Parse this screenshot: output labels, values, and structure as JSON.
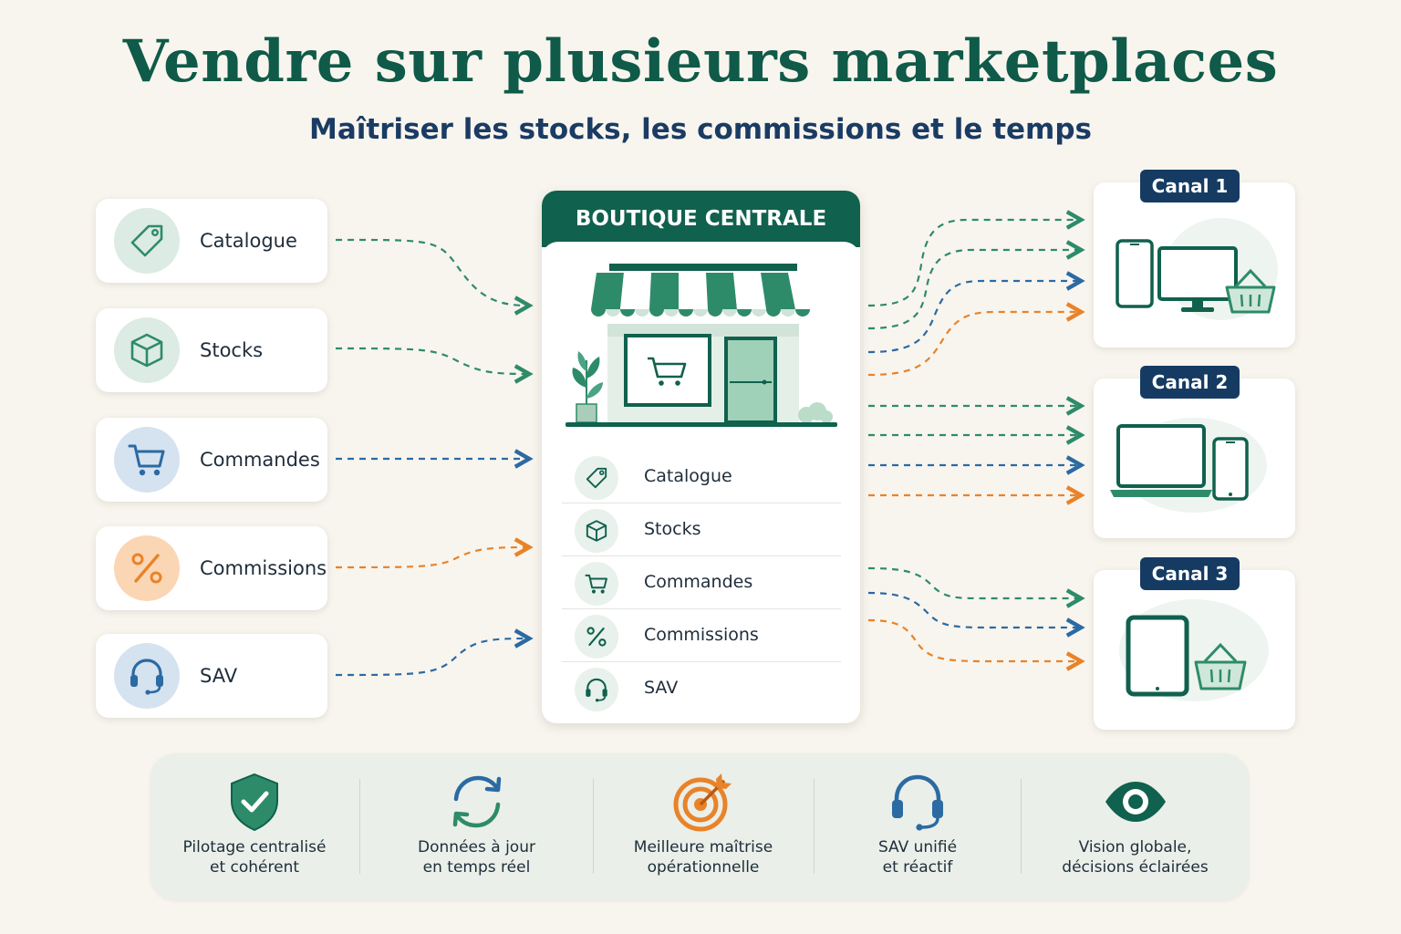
{
  "title": "Vendre sur plusieurs marketplaces",
  "subtitle": "Maîtriser les stocks, les commissions et le temps",
  "sources": [
    {
      "label": "Catalogue",
      "icon": "tag-icon",
      "color": "#2e8b6a"
    },
    {
      "label": "Stocks",
      "icon": "box-icon",
      "color": "#2e8b6a"
    },
    {
      "label": "Commandes",
      "icon": "cart-icon",
      "color": "#2b6aa3"
    },
    {
      "label": "Commissions",
      "icon": "percent-icon",
      "color": "#e8832a"
    },
    {
      "label": "SAV",
      "icon": "headset-icon",
      "color": "#2b6aa3"
    }
  ],
  "central": {
    "title": "BOUTIQUE CENTRALE",
    "features": [
      {
        "label": "Catalogue",
        "icon": "tag-icon"
      },
      {
        "label": "Stocks",
        "icon": "box-icon"
      },
      {
        "label": "Commandes",
        "icon": "cart-icon"
      },
      {
        "label": "Commissions",
        "icon": "percent-icon"
      },
      {
        "label": "SAV",
        "icon": "headset-icon"
      }
    ]
  },
  "canaux": [
    {
      "label": "Canal 1",
      "devices": [
        "smartphone-icon",
        "desktop-icon",
        "basket-icon"
      ]
    },
    {
      "label": "Canal 2",
      "devices": [
        "laptop-icon",
        "smartphone-icon"
      ]
    },
    {
      "label": "Canal 3",
      "devices": [
        "tablet-icon",
        "basket-icon"
      ]
    }
  ],
  "benefits": [
    {
      "line1": "Pilotage centralisé",
      "line2": "et cohérent",
      "icon": "shield-check-icon"
    },
    {
      "line1": "Données à jour",
      "line2": "en temps réel",
      "icon": "sync-icon"
    },
    {
      "line1": "Meilleure maîtrise",
      "line2": "opérationnelle",
      "icon": "target-icon"
    },
    {
      "line1": "SAV unifié",
      "line2": "et réactif",
      "icon": "headset-icon"
    },
    {
      "line1": "Vision globale,",
      "line2": "décisions éclairées",
      "icon": "eye-icon"
    }
  ],
  "colors": {
    "green": "#2e8b6a",
    "dark_green": "#10614d",
    "blue": "#2b6aa3",
    "navy": "#153b63",
    "orange": "#e8832a"
  }
}
